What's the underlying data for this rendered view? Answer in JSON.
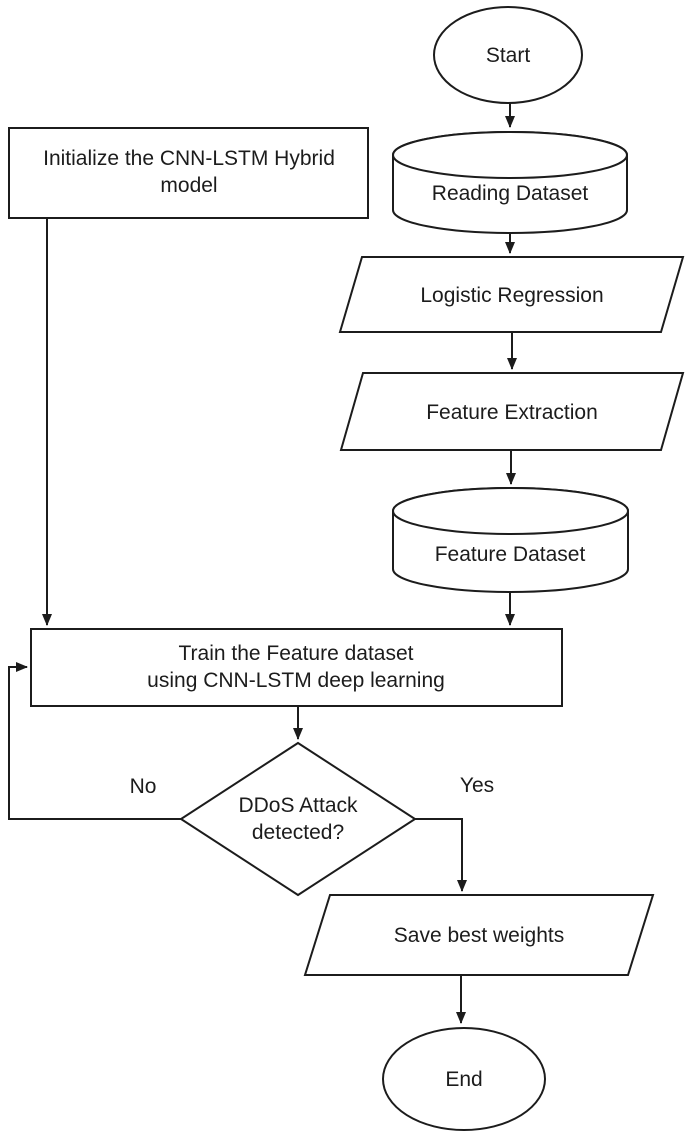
{
  "diagram": {
    "type": "flowchart",
    "colors": {
      "stroke": "#1c1c1c",
      "node_fill": "#ffffff",
      "background": "#ffffff",
      "text": "#1c1c1c"
    },
    "nodes": {
      "start": {
        "shape": "terminator-ellipse",
        "label": "Start"
      },
      "reading_dataset": {
        "shape": "database-cylinder",
        "label": "Reading Dataset"
      },
      "logistic_regression": {
        "shape": "parallelogram",
        "label": "Logistic Regression"
      },
      "feature_extraction": {
        "shape": "parallelogram",
        "label": "Feature Extraction"
      },
      "feature_dataset": {
        "shape": "database-cylinder",
        "label": "Feature Dataset"
      },
      "initialize_model": {
        "shape": "rectangle",
        "lines": [
          "Initialize the CNN-LSTM Hybrid",
          "model"
        ]
      },
      "train_model": {
        "shape": "rectangle",
        "lines": [
          "Train the Feature dataset",
          "using CNN-LSTM deep learning"
        ]
      },
      "ddos_decision": {
        "shape": "diamond",
        "lines": [
          "DDoS Attack",
          "detected?"
        ]
      },
      "save_weights": {
        "shape": "parallelogram",
        "label": "Save best weights"
      },
      "end": {
        "shape": "terminator-ellipse",
        "label": "End"
      }
    },
    "edge_labels": {
      "no": "No",
      "yes": "Yes"
    },
    "flow": [
      "start -> reading_dataset",
      "reading_dataset -> logistic_regression",
      "logistic_regression -> feature_extraction",
      "feature_extraction -> feature_dataset",
      "feature_dataset -> train_model",
      "initialize_model -> train_model",
      "train_model -> ddos_decision",
      "ddos_decision -> train_model (No loop)",
      "ddos_decision -> save_weights (Yes)",
      "save_weights -> end"
    ]
  }
}
